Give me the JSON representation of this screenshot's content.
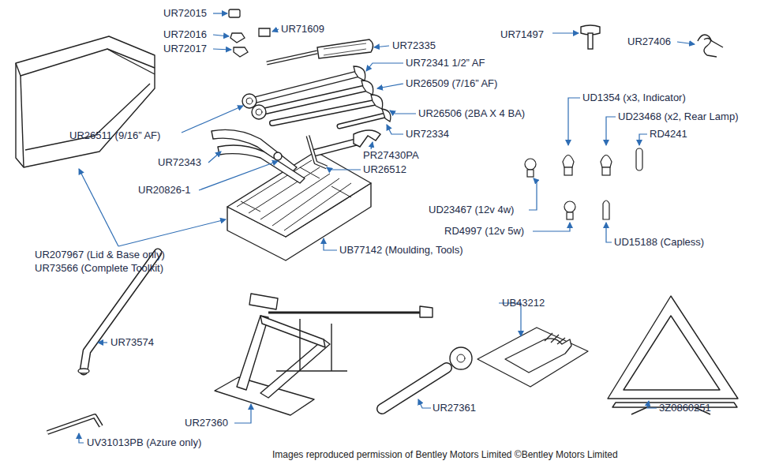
{
  "diagram": {
    "caption": "Images reproduced permission of Bentley Motors Limited ©Bentley Motors Limited",
    "labels": [
      "UR72015",
      "UR72016",
      "UR72017",
      "UR71609",
      "UR72335",
      "UR72341 1/2” AF",
      "UR26509 (7/16” AF)",
      "UR26506 (2BA X 4 BA)",
      "UR72334",
      "PR27430PA",
      "UR26512",
      "UR26511 (9/16” AF)",
      "UR72343",
      "UR20826-1",
      "UB77142 (Moulding, Tools)",
      "UR207967 (Lid & Base only)",
      "UR73566 (Complete Toolkit)",
      "UR71497",
      "UR27406",
      "UD1354 (x3, Indicator)",
      "UD23468 (x2, Rear Lamp)",
      "RD4241",
      "UD23467 (12v 4w)",
      "RD4997 (12v 5w)",
      "UD15188 (Capless)",
      "UR73574",
      "UR27360",
      "UR27361",
      "UB43212",
      "3Z0860251",
      "UV31013PB (Azure only)"
    ]
  }
}
